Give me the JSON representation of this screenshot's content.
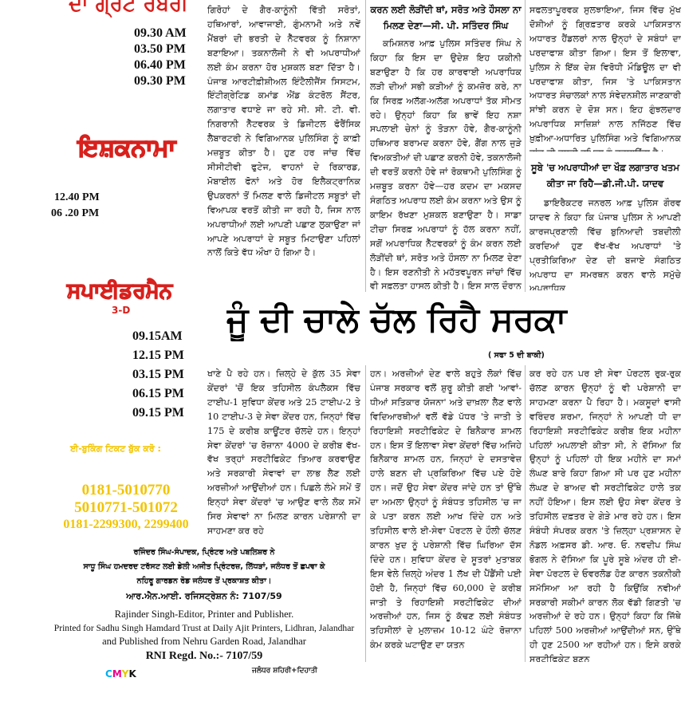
{
  "left": {
    "cinema1_title": "ਦਾ ਗ੍ਰੇਟ ਰੌਬਰੀ",
    "cinema1_times": [
      "09.30 AM",
      "03.50 PM",
      "06.40 PM",
      "09.30 PM"
    ],
    "cinema2_title": "ਇਸ਼ਕਨਾਮਾ",
    "cinema2_times": [
      "12.40 PM",
      "06 .20 PM"
    ],
    "cinema3_title": "ਸਪਾਈਡਰਮੈਨ",
    "cinema3_sub": "3-D",
    "cinema3_times": [
      "09.15AM",
      "12.15 PM",
      "03.15 PM",
      "06.15 PM",
      "09.15 PM"
    ],
    "booking": "ਈ-ਬੁਕਿੰਗ ਟਿਕਟ ਬੁੱਕ ਕਰੋ :",
    "phone1": "0181-5010770",
    "phone2": "5010771-501072",
    "phone3": "0181-2299300, 2299400",
    "colors": {
      "red": "#d8201c",
      "yellow": "#f2c400"
    }
  },
  "imprint": {
    "pa_line1": "ਰਜਿੰਦਰ ਸਿੰਘ-ਸੰਪਾਦਕ, ਪ੍ਰਿੰਟਰ ਅਤੇ ਪਬਲਿਸ਼ਰ ਨੇ",
    "pa_line2": "ਸਾਧੂ ਸਿੰਘ ਹਮਦਰਦ ਟਰੱਸਟ ਲਈ ਡੇਲੀ ਅਜੀਤ ਪ੍ਰਿੰਟਰਜ਼, ਲਿੱਧੜਾਂ, ਜਲੰਧਰ ਤੋਂ ਛਪਵਾ ਕੇ",
    "pa_line3": "ਨਹਿਰੂ ਗਾਰਡਨ ਰੋਡ ਜਲੰਧਰ ਤੋਂ ਪ੍ਰਕਾਸ਼ਤ ਕੀਤਾ।",
    "pa_rni": "ਆਰ.ਐਨ.ਆਈ. ਰਜਿਸਟ੍ਰੇਸ਼ਨ ਨੰ: 7107/59",
    "en_line1": "Rajinder Singh-Editor, Printer and Publisher.",
    "en_line2": "Printed for Sadhu Singh Hamdard Trust at Daily Ajit Printers, Lidhran, Jalandhar",
    "en_line3": "and Published from Nehru Garden Road, Jalandhar",
    "en_rni": "RNI Regd. No.:- 7107/59",
    "cmyk": [
      "C",
      "M",
      "Y",
      "K"
    ],
    "edition": "ਜਲੰਧਰ ਸ਼ਹਿਰੀ+ਦਿਹਾਤੀ"
  },
  "article_top": {
    "col1": "ਗਿਰੋਹਾਂ ਦੇ ਗੈਰ-ਕਾਨੂੰਨੀ ਵਿੱਤੀ ਸਰੋਤਾਂ, ਹਥਿਆਰਾਂ, ਆਵਾਜਾਈ, ਗੁੰਮਨਾਮੀ ਅਤੇ ਨਵੇਂ ਮੈਂਬਰਾਂ ਦੀ ਭਰਤੀ ਦੇ ਨੈੱਟਵਰਕ ਨੂੰ ਨਿਸ਼ਾਨਾ ਬਣਾਇਆ। ਤਕਨਾਲੋਜੀ ਨੇ ਵੀ ਅਪਰਾਧੀਆਂ ਲਈ ਕੰਮ ਕਰਨਾ ਹੋਰ ਮੁਸ਼ਕਲ ਬਣਾ ਦਿੱਤਾ ਹੈ। ਪੰਜਾਬ ਆਰਟੀਫ਼ੀਸ਼ੀਅਲ ਇੰਟੈਲੀਜੈਂਸ ਸਿਸਟਮ, ਇੰਟੀਗ੍ਰੇਟਿਡ ਕਮਾਂਡ ਐਂਡ ਕੰਟਰੋਲ ਸੈਂਟਰ, ਲਗਾਤਾਰ ਵਧਾਏ ਜਾ ਰਹੇ ਸੀ. ਸੀ. ਟੀ. ਵੀ. ਨਿਗਰਾਨੀ ਨੈੱਟਵਰਕ ਤੇ ਡਿਜੀਟਲ ਫੋਰੈਂਸਿਕ ਲੈਬਾਰਟਰੀ ਨੇ ਵਿਗਿਆਨਕ ਪੁਲਿਸਿੰਗ ਨੂੰ ਕਾਫ਼ੀ ਮਜ਼ਬੂਤ ਕੀਤਾ ਹੈ। ਹੁਣ ਹਰ ਜਾਂਚ ਵਿੱਚ ਸੀਸੀਟੀਵੀ ਫੁਟੇਜ, ਵਾਹਨਾਂ ਦੇ ਰਿਕਾਰਡ, ਮੋਬਾਈਲ ਫੋਨਾਂ ਅਤੇ ਹੋਰ ਇਲੈਕਟ੍ਰਾਨਿਕ ਉਪਕਰਨਾਂ ਤੋਂ ਮਿਲਣ ਵਾਲੇ ਡਿਜੀਟਲ ਸਬੂਤਾਂ ਦੀ ਵਿਆਪਕ ਵਰਤੋਂ ਕੀਤੀ ਜਾ ਰਹੀ ਹੈ, ਜਿਸ ਨਾਲ ਅਪਰਾਧੀਆਂ ਲਈ ਆਪਣੀ ਪਛਾਣ ਲੁਕਾਉਣਾ ਜਾਂ ਆਪਣੇ ਅਪਰਾਧਾਂ ਦੇ ਸਬੂਤ ਮਿਟਾਉਣਾ ਪਹਿਲਾਂ ਨਾਲੋਂ ਕਿਤੇ ਵੱਧ ਔਖਾ ਹੋ ਗਿਆ ਹੈ।",
    "col2_head": "ਕਰਨ ਲਈ ਲੋੜੀਂਦੀ ਥਾਂ, ਸਰੋਤ ਅਤੇ ਹੌਸਲਾ ਨਾ ਮਿਲਣ ਦੇਣਾ—ਸੀ. ਪੀ. ਸਤਿੰਦਰ ਸਿੰਘ",
    "col2": "ਕਮਿਸ਼ਨਰ ਆਫ਼ ਪੁਲਿਸ ਸਤਿੰਦਰ ਸਿੰਘ ਨੇ ਕਿਹਾ ਕਿ ਇਸ ਦਾ ਉਦੇਸ਼ ਇਹ ਯਕੀਨੀ ਬਣਾਉਣਾ ਹੈ ਕਿ ਹਰ ਕਾਰਵਾਈ ਅਪਰਾਧਿਕ ਲੜੀ ਦੀਆਂ ਸਭੀ ਕੜੀਆਂ ਨੂੰ ਕਮਜ਼ੋਰ ਕਰੇ, ਨਾ ਕਿ ਸਿਰਫ਼ ਅਲੱਗ-ਅਲੱਗ ਅਪਰਾਧਾਂ ਤੱਕ ਸੀਮਤ ਰਹੇ। ਉਨ੍ਹਾਂ ਕਿਹਾ ਕਿ ਭਾਵੇਂ ਇਹ ਨਸ਼ਾ ਸਪਲਾਈ ਚੇਨਾਂ ਨੂੰ ਤੋੜਨਾ ਹੋਵੇ, ਗੈਰ-ਕਾਨੂੰਨੀ ਹਥਿਆਰ ਬਰਾਮਦ ਕਰਨਾ ਹੋਵੇ, ਗੈਂਗ ਨਾਲ ਜੁੜੇ ਵਿਅਕਤੀਆਂ ਦੀ ਪਛਾਣ ਕਰਨੀ ਹੋਵੇ, ਤਕਨਾਲੋਜੀ ਦੀ ਵਰਤੋਂ ਕਰਨੀ ਹੋਵੇ ਜਾਂ ਰੋਕਥਾਮੀ ਪੁਲਿਸਿੰਗ ਨੂੰ ਮਜ਼ਬੂਤ ਕਰਨਾ ਹੋਵੇ—ਹਰ ਕਦਮ ਦਾ ਮਕਸਦ ਸੰਗਠਿਤ ਅਪਰਾਧ ਲਈ ਕੰਮ ਕਰਨਾ ਅਤੇ ਉਸ ਨੂੰ ਕਾਇਮ ਰੱਖਣਾ ਮੁਸ਼ਕਲ ਬਣਾਉਣਾ ਹੈ। ਸਾਡਾ ਟੀਚਾ ਸਿਰਫ਼ ਅਪਰਾਧਾਂ ਨੂੰ ਹੱਲ ਕਰਨਾ ਨਹੀਂ, ਸਗੋਂ ਅਪਰਾਧਿਕ ਨੈੱਟਵਰਕਾਂ ਨੂੰ ਕੰਮ ਕਰਨ ਲਈ ਲੋੜੀਂਦੀ ਥਾਂ, ਸਰੋਤ ਅਤੇ ਹੌਸਲਾ ਨਾ ਮਿਲਣ ਦੇਣਾ ਹੈ। ਇਸ ਰਣਨੀਤੀ ਨੇ ਮਹੱਤਵਪੂਰਨ ਜਾਂਚਾਂ ਵਿੱਚ ਵੀ ਸਫ਼ਲਤਾ ਹਾਸਲ ਕੀਤੀ ਹੈ। ਇਸ ਸਾਲ ਦੌਰਾਨ ਕਮਿਸ਼ਨਰੇਟ",
    "col3a": "ਸਫਲਤਾਪੂਰਵਕ ਸੁਲਝਾਇਆ, ਜਿਸ ਵਿੱਚ ਮੁੱਖ ਦੋਸ਼ੀਆਂ ਨੂੰ ਗ੍ਰਿਫ਼ਤਾਰ ਕਰਕੇ ਪਾਕਿਸਤਾਨ ਅਧਾਰਤ ਹੈਂਡਲਰਾਂ ਨਾਲ ਉਨ੍ਹਾਂ ਦੇ ਸਬੰਧਾਂ ਦਾ ਪਰਦਾਫਾਸ਼ ਕੀਤਾ ਗਿਆ। ਇਸ ਤੋਂ ਇਲਾਵਾ, ਪੁਲਿਸ ਨੇ ਇੱਕ ਦੇਸ਼ ਵਿਰੋਧੀ ਮੌਡਿਊਲ ਦਾ ਵੀ ਪਰਦਾਫਾਸ਼ ਕੀਤਾ, ਜਿਸ 'ਤੇ ਪਾਕਿਸਤਾਨ ਅਧਾਰਤ ਸੰਚਾਲਕਾਂ ਨਾਲ ਸੰਵੇਦਨਸ਼ੀਲ ਜਾਣਕਾਰੀ ਸਾਂਝੀ ਕਰਨ ਦੇ ਦੋਸ਼ ਸਨ। ਇਹ ਗੁੰਝਲਦਾਰ ਅਪਰਾਧਿਕ ਸਾਜ਼ਿਸ਼ਾਂ ਨਾਲ ਨਜਿੱਠਣ ਵਿੱਚ ਖ਼ੁਫ਼ੀਆ-ਅਧਾਰਿਤ ਪੁਲਿਸਿੰਗ ਅਤੇ ਵਿਗਿਆਨਕ ਜਾਂਚ ਦੀ ਵਧਦੀ ਭੂਮਿਕਾ ਨੂੰ ਦਰਸਾਉਂਦਾ ਹੈ।",
    "col3_head": "ਸੂਬੇ 'ਚ ਅਪਰਾਧੀਆਂ ਦਾ ਖੌਫ਼ ਲਗਾਤਾਰ ਖਤਮ ਕੀਤਾ ਜਾ ਰਿਹੈ—ਡੀ.ਜੀ.ਪੀ. ਯਾਦਵ",
    "col3b": "ਡਾਇਰੈਕਟਰ ਜਨਰਲ ਆਫ਼ ਪੁਲਿਸ ਗੌਰਵ ਯਾਦਵ ਨੇ ਕਿਹਾ ਕਿ ਪੰਜਾਬ ਪੁਲਿਸ ਨੇ ਆਪਣੀ ਕਾਰਜਪ੍ਰਣਾਲੀ ਵਿੱਚ ਬੁਨਿਆਦੀ ਤਬਦੀਲੀ ਕਰਦਿਆਂ ਹੁਣ ਵੱਖ-ਵੱਖ ਅਪਰਾਧਾਂ 'ਤੇ ਪ੍ਰਤੀਕਿਰਿਆ ਦੇਣ ਦੀ ਬਜਾਏ ਸੰਗਠਿਤ ਅਪਰਾਧ ਦਾ ਸਮਰਥਨ ਕਰਨ ਵਾਲੇ ਸਮੁੱਚੇ ਅਪਰਾਧਿਕ"
  },
  "article_main": {
    "headline": "ਜੂੰ ਦੀ ਚਾਲੇ ਚੱਲ ਰਿਹੈ ਸਰਕਾ",
    "continued": "( ਸਫਾ 5 ਦੀ ਬਾਕੀ)",
    "col1": "ਖਾਣੇ ਪੈ ਰਹੇ ਹਨ। ਜ਼ਿਲ੍ਹੇ ਦੇ ਕੁੱਲ 35 ਸੇਵਾ ਕੇਂਦਰਾਂ 'ਚੋਂ ਇਕ ਤਹਿਸੀਲ ਕੰਪਲੈਕਸ ਵਿੱਚ ਟਾਈਪ-1 ਸੁਵਿਧਾ ਕੇਂਦਰ ਅਤੇ 25 ਟਾਈਪ-2 ਤੇ 10 ਟਾਈਪ-3 ਦੇ ਸੇਵਾ ਕੇਂਦਰ ਹਨ, ਜਿਨ੍ਹਾਂ ਵਿੱਚ 175 ਦੇ ਕਰੀਬ ਕਾਊਂਟਰ ਚੱਲਦੇ ਹਨ। ਇਨ੍ਹਾਂ ਸੇਵਾ ਕੇਂਦਰਾਂ 'ਚ ਰੋਜ਼ਾਨਾ 4000 ਦੇ ਕਰੀਬ ਵੱਖ-ਵੱਖ ਤਰ੍ਹਾਂ ਸਰਟੀਫਿਕੇਟ ਤਿਆਰ ਕਰਵਾਉਣ ਅਤੇ ਸਰਕਾਰੀ ਸੇਵਾਵਾਂ ਦਾ ਲਾਭ ਲੈਣ ਲਈ ਅਰਜ਼ੀਆਂ ਆਉਂਦੀਆਂ ਹਨ। ਪਿਛਲੇ ਲੰਮੇ ਸਮੇਂ ਤੋਂ ਇਨ੍ਹਾਂ ਸੇਵਾ ਕੇਂਦਰਾਂ 'ਚ ਆਉਣ ਵਾਲੇ ਲੋਕ ਸਮੇਂ ਸਿਰ ਸੇਵਾਵਾਂ ਨਾ ਮਿਲਣ ਕਾਰਨ ਪਰੇਸ਼ਾਨੀ ਦਾ ਸਾਹਮਣਾ ਕਰ ਰਹੇ",
    "col2": "ਹਨ। ਅਰਜ਼ੀਆਂ ਦੇਣ ਵਾਲੇ ਬਹੁਤੇ ਲੋਕਾਂ ਵਿੱਚ ਪੰਜਾਬ ਸਰਕਾਰ ਵਲੋਂ ਸ਼ੁਰੂ ਕੀਤੀ ਗਈ 'ਆਵਾਂ-ਧੀਆਂ ਸਤਿਕਾਰ ਯੋਜਨਾ' ਅਤੇ ਦਾਖ਼ਲਾ ਲੈਣ ਵਾਲੇ ਵਿਦਿਆਰਥੀਆਂ ਵਲੋਂ ਵੱਡੇ ਪੱਧਰ 'ਤੇ ਜਾਤੀ ਤੇ ਰਿਹਾਇਸ਼ੀ ਸਰਟੀਫਿਕੇਟ ਦੇ ਬਿਨੈਕਾਰ ਸ਼ਾਮਲ ਹਨ। ਇਸ ਤੋਂ ਇਲਾਵਾ ਸੇਵਾ ਕੇਂਦਰਾਂ ਵਿੱਚ ਅਜਿਹੇ ਬਿਨੈਕਾਰ ਸ਼ਾਮਲ ਹਨ, ਜਿਨ੍ਹਾਂ ਦੇ ਦਸਤਾਵੇਜ਼ ਹਾਲੇ ਬਣਨ ਦੀ ਪ੍ਰਕਿਰਿਆ ਵਿੱਚ ਪਏ ਹੋਏ ਹਨ। ਜਦੋਂ ਉਹ ਸੇਵਾ ਕੇਂਦਰ ਜਾਂਦੇ ਹਨ ਤਾਂ ਉੱਥੇ ਦਾ ਅਮਲਾ ਉਨ੍ਹਾਂ ਨੂੰ ਸੰਬੰਧਤ ਤਹਿਸੀਲ 'ਚ ਜਾ ਕੇ ਪਤਾ ਕਰਨ ਲਈ ਆਖ ਦਿੰਦੇ ਹਨ ਅਤੇ ਤਹਿਸੀਲ ਵਾਲੇ ਈ-ਸੇਵਾ ਪੋਰਟਲ ਦੇ ਹੌਲੀ ਚੱਲਣ ਕਾਰਨ ਖੁਦ ਨੂੰ ਪਰੇਸ਼ਾਨੀ ਵਿੱਚ ਘਿਰਿਆ ਦੱਸ ਦਿੰਦੇ ਹਨ। ਸੁਵਿਧਾ ਕੇਂਦਰ ਦੇ ਸੂਤਰਾਂ ਮੁਤਾਬਕ ਇਸ ਵੇਲੇ ਜ਼ਿਲ੍ਹੇ ਅੰਦਰ 1 ਲੱਖ ਦੀ ਪੈਂਡੈਂਸੀ ਪਈ ਹੋਈ ਹੈ, ਜਿਨ੍ਹਾਂ ਵਿੱਚ 60,000 ਦੇ ਕਰੀਬ ਜਾਤੀ ਤੇ ਰਿਹਾਇਸ਼ੀ ਸਰਟੀਫਿਕੇਟ ਦੀਆਂ ਅਰਜ਼ੀਆਂ ਹਨ, ਜਿਸ ਨੂੰ ਕੱਢਣ ਲਈ ਸੰਬੰਧਤ ਤਹਿਸੀਲਾਂ ਦੇ ਮੁਲਾਜ਼ਮ 10-12 ਘੰਟੇ ਰੋਜ਼ਾਨਾ ਕੰਮ ਕਰਕੇ ਘਟਾਉਣ ਦਾ ਯਤਨ",
    "col3": "ਕਰ ਰਹੇ ਹਨ ਪਰ ਈ ਸੇਵਾ ਪੋਰਟਲ ਰੁਕ-ਰੁਕ ਚੱਲਣ ਕਾਰਨ ਉਨ੍ਹਾਂ ਨੂੰ ਵੀ ਪਰੇਸ਼ਾਨੀ ਦਾ ਸਾਹਮਣਾ ਕਰਨਾ ਪੈ ਰਿਹਾ ਹੈ। ਮਕਸੂਦਾਂ ਵਾਸੀ ਵਰਿੰਦਰ ਸ਼ਰਮਾ, ਜਿਨ੍ਹਾਂ ਨੇ ਆਪਣੀ ਧੀ ਦਾ ਰਿਹਾਇਸ਼ੀ ਸਰਟੀਫਿਕੇਟ ਕਰੀਬ ਇਕ ਮਹੀਨਾ ਪਹਿਲਾਂ ਅਪਲਾਈ ਕੀਤਾ ਸੀ, ਨੇ ਦੱਸਿਆ ਕਿ ਉਨ੍ਹਾਂ ਨੂੰ ਪਹਿਲਾਂ ਹੀ ਇਕ ਮਹੀਨੇ ਦਾ ਸਮਾਂ ਲੰਘਣ ਬਾਰੇ ਕਿਹਾ ਗਿਆ ਸੀ ਪਰ ਹੁਣ ਮਹੀਨਾ ਲੰਘਣ ਦੇ ਬਾਅਦ ਵੀ ਸਰਟੀਫਿਕੇਟ ਹਾਲੇ ਤਕ ਨਹੀਂ ਹੋਇਆ। ਇਸ ਲਈ ਉਹ ਸੇਵਾ ਕੇਂਦਰ ਤੇ ਤਹਿਸੀਲ ਦਫ਼ਤਰ ਦੇ ਗੇੜੇ ਮਾਰ ਰਹੇ ਹਨ। ਇਸ ਸੰਬੰਧੀ ਸੰਪਰਕ ਕਰਨ 'ਤੇ ਜ਼ਿਲ੍ਹਾ ਪ੍ਰਸ਼ਾਸਨ ਦੇ ਨੋਡਲ ਅਫ਼ਸਰ ਡੀ. ਆਰ. ਓ. ਨਵਦੀਪ ਸਿੰਘ ਭੋਗਲ ਨੇ ਦੱਸਿਆ ਕਿ ਪੂਰੇ ਸੂਬੇ ਅੰਦਰ ਹੀ ਈ-ਸੇਵਾ ਪੋਰਟਲ ਦੇ ਓਵਰਲੋਡ ਹੋਣ ਕਾਰਨ ਤਕਨੀਕੀ ਸਮੱਸਿਆ ਆ ਰਹੀ ਹੈ ਕਿਉਂਕਿ ਨਵੀਆਂ ਸਰਕਾਰੀ ਸਕੀਮਾਂ ਕਾਰਨ ਲੋਕ ਵੱਡੀ ਗਿਣਤੀ 'ਚ ਅਰਜ਼ੀਆਂ ਦੇ ਰਹੇ ਹਨ। ਉਨ੍ਹਾਂ ਕਿਹਾ ਕਿ ਜਿੱਥੇ ਪਹਿਲਾਂ 500 ਅਰਜ਼ੀਆਂ ਆਉਂਦੀਆਂ ਸਨ, ਉੱਥੇ ਹੀ ਹੁਣ 2500 ਆ ਰਹੀਆਂ ਹਨ। ਇਸੇ ਕਰਕੇ ਸਰਟੀਫਿਕੇਟ ਬਣਨ"
  }
}
